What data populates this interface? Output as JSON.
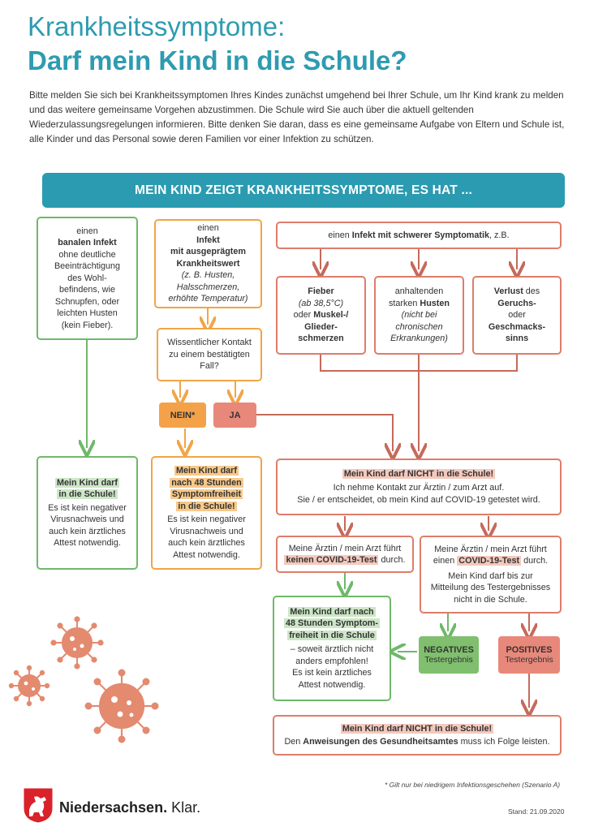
{
  "header": {
    "title_line1": "Krankheitssymptome:",
    "title_line2": "Darf mein Kind in die Schule?",
    "intro": "Bitte melden Sie sich bei Krankheitssymptomen Ihres Kindes zunächst umgehend bei Ihrer Schule, um Ihr Kind krank zu melden und das weitere gemeinsame Vorgehen abzustimmen. Die Schule wird Sie auch über die aktuell geltenden Wiederzulassungsregelungen informieren. Bitte denken Sie daran, dass es eine gemeinsame Aufgabe von Eltern und Schule ist, alle Kinder und das Personal sowie deren Familien vor einer Infektion zu schützen."
  },
  "banner": "MEIN KIND ZEIGT KRANKHEITSSYMPTOME, ES HAT ...",
  "boxes": {
    "banal": {
      "l1": "einen",
      "l2": "banalen Infekt",
      "l3": "ohne deutliche",
      "l4": "Beeinträchtigung",
      "l5": "des Wohl-",
      "l6": "befindens, wie",
      "l7": "Schnupfen, oder",
      "l8": "leichten Husten",
      "l9": "(kein Fieber)."
    },
    "infekt": {
      "l1": "einen",
      "l2": "Infekt",
      "l3": "mit ausgeprägtem",
      "l4": "Krankheitswert",
      "l5": "(z. B. Husten,",
      "l6": "Halsschmerzen,",
      "l7": "erhöhte Temperatur)"
    },
    "schwer": {
      "pre": "einen ",
      "bold": "Infekt mit schwerer Symptomatik",
      "post": ", z.B."
    },
    "fieber": {
      "l1": "Fieber",
      "l2": "(ab 38,5°C)",
      "l3": "oder",
      "l4": "Muskel-/",
      "l5": "Glieder-",
      "l6": "schmerzen"
    },
    "husten": {
      "l1": "anhaltenden",
      "l2": "starken",
      "l3": "Husten",
      "l4": "(nicht bei",
      "l5": "chronischen",
      "l6": "Erkrankungen)"
    },
    "verlust": {
      "l1": "Verlust",
      "l2": "des",
      "l3": "Geruchs-",
      "l4": "oder",
      "l5": "Geschmacks-",
      "l6": "sinns"
    },
    "kontakt": {
      "l1": "Wissentlicher Kontakt",
      "l2": "zu einem bestätigten",
      "l3": "Fall?"
    },
    "darf_schule": {
      "h1": "Mein Kind darf",
      "h2": "in die Schule!",
      "l1": "Es ist kein negativer",
      "l2": "Virusnachweis und",
      "l3": "auch kein ärztliches",
      "l4": "Attest notwendig."
    },
    "darf_48": {
      "h1": "Mein Kind darf",
      "h2": "nach 48 Stunden",
      "h3": "Symptomfreiheit",
      "h4": "in die Schule!",
      "l1": "Es ist kein negativer",
      "l2": "Virusnachweis und",
      "l3": "auch kein ärztliches",
      "l4": "Attest notwendig."
    },
    "nicht_schule": {
      "h1": "Mein Kind darf NICHT in die Schule!",
      "l1": "Ich nehme Kontakt zur Ärztin / zum Arzt auf.",
      "l2": "Sie / er entscheidet, ob mein Kind auf COVID-19 getestet wird."
    },
    "kein_test": {
      "l1": "Meine Ärztin / mein Arzt führt",
      "b1": "keinen COVID-19-Test",
      "l2": " durch."
    },
    "test": {
      "l1": "Meine Ärztin / mein Arzt führt",
      "l2a": "einen ",
      "b1": "COVID-19-Test",
      "l2b": " durch.",
      "l3": "Mein Kind darf bis zur",
      "l4": "Mitteilung des Testergebnisses",
      "l5": "nicht in die Schule."
    },
    "darf_48b": {
      "h1": "Mein Kind darf nach",
      "h2": "48 Stunden Symptom-",
      "h3": "freiheit in die Schule",
      "l1": "– soweit ärztlich nicht",
      "l2": "anders empfohlen!",
      "l3": "Es ist kein ärztliches",
      "l4": "Attest notwendig."
    },
    "nicht_final": {
      "h1": "Mein Kind darf NICHT in die Schule!",
      "l1a": "Den ",
      "b1": "Anweisungen des Gesundheitsamtes",
      "l1b": " muss ich Folge leisten."
    }
  },
  "pills": {
    "nein": "NEIN*",
    "ja": "JA",
    "negativ_title": "NEGATIVES",
    "negativ_sub": "Testergebnis",
    "positiv_title": "POSITIVES",
    "positiv_sub": "Testergebnis"
  },
  "footer": {
    "footnote": "* Gilt nur bei niedrigem Infektionsgeschehen (Szenario A)",
    "stand": "Stand: 21.09.2020",
    "logo_bold": "Niedersachsen.",
    "logo_light": " Klar."
  },
  "colors": {
    "teal": "#2a9bb0",
    "green": "#6fb86a",
    "orange": "#f1a547",
    "red": "#dd7d6b",
    "virus": "#e38a6f"
  }
}
